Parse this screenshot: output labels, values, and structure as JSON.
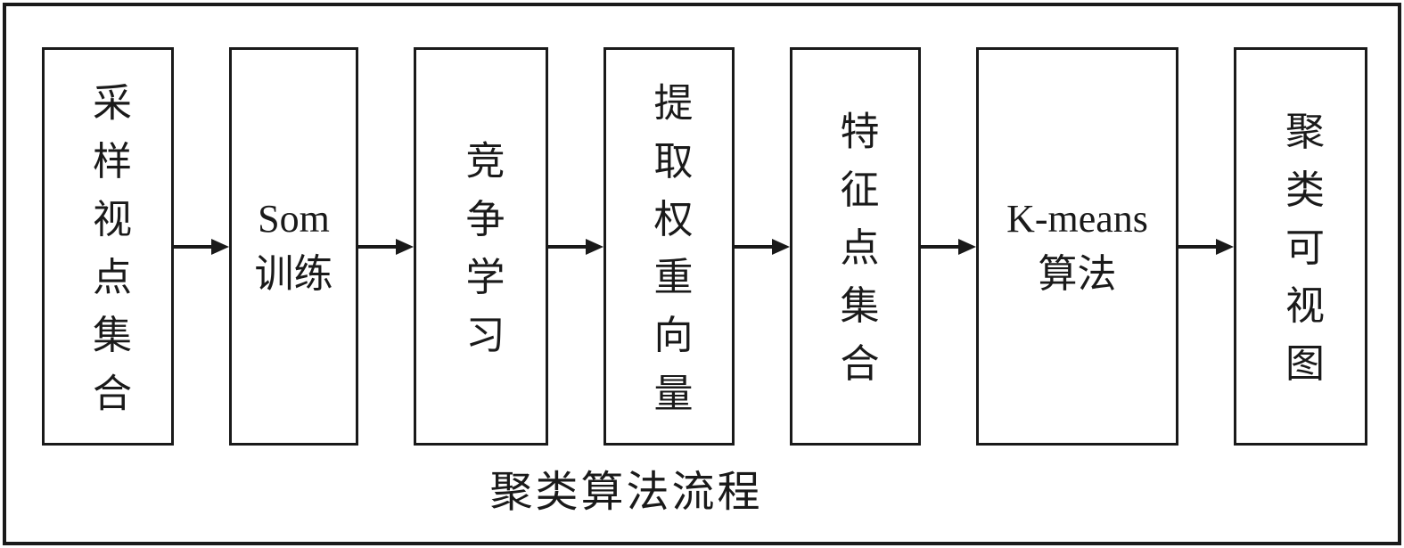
{
  "diagram": {
    "caption": "聚类算法流程",
    "nodes": [
      {
        "label": "采样视点集合"
      },
      {
        "label": "Som训练",
        "lines": [
          "Som",
          "训练"
        ]
      },
      {
        "label": "竞争学习"
      },
      {
        "label": "提取权重向量"
      },
      {
        "label": "特征点集合"
      },
      {
        "label": "K-means算法",
        "lines": [
          "K-means",
          "算法"
        ]
      },
      {
        "label": "聚类可视图"
      }
    ],
    "colors": {
      "ink": "#1a1a1a",
      "background": "#ffffff"
    }
  }
}
